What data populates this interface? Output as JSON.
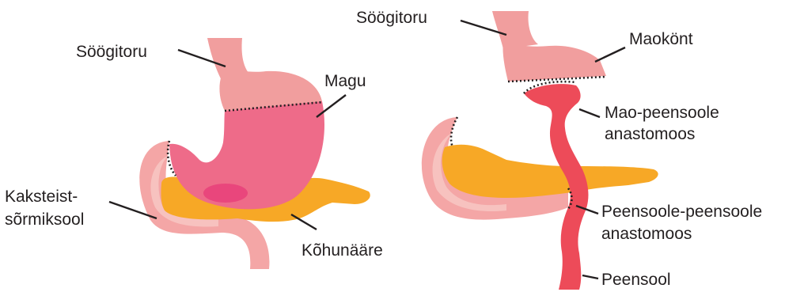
{
  "colors": {
    "esophagus": "#f19e9e",
    "stomach": "#ee6b89",
    "ulcer": "#e8407a",
    "duodenum_outer": "#f4a6a6",
    "duodenum_inner": "#f7c2bf",
    "pancreas": "#f7a826",
    "jejunum": "#ed4b59",
    "text": "#231f20",
    "background": "#ffffff"
  },
  "left_panel": {
    "labels": {
      "esophagus": "Söögitoru",
      "stomach": "Magu",
      "duodenum_line1": "Kaksteist-",
      "duodenum_line2": "sõrmiksool",
      "pancreas": "Kõhunääre"
    }
  },
  "right_panel": {
    "labels": {
      "esophagus": "Söögitoru",
      "gastric_stump": "Maokönt",
      "gastrojejunal_line1": "Mao-peensoole",
      "gastrojejunal_line2": "anastomoos",
      "enteroenteric_line1": "Peensoole-peensoole",
      "enteroenteric_line2": "anastomoos",
      "small_intestine": "Peensool"
    }
  }
}
